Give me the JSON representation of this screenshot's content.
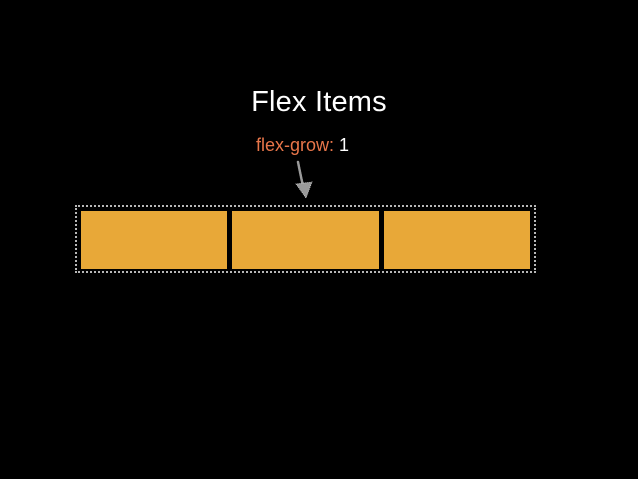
{
  "slide": {
    "title": "Flex Items",
    "property": {
      "name": "flex-grow:",
      "value": "1"
    },
    "colors": {
      "background": "#000000",
      "title": "#ffffff",
      "property_name": "#e8764a",
      "property_value": "#ffffff",
      "item_fill": "#e8a838",
      "container_border": "#b8b8b8",
      "arrow": "#9a9a9a"
    },
    "flex_items": [
      {
        "id": 1
      },
      {
        "id": 2
      },
      {
        "id": 3
      }
    ],
    "arrow_icon": "hand-drawn-arrow-down"
  }
}
